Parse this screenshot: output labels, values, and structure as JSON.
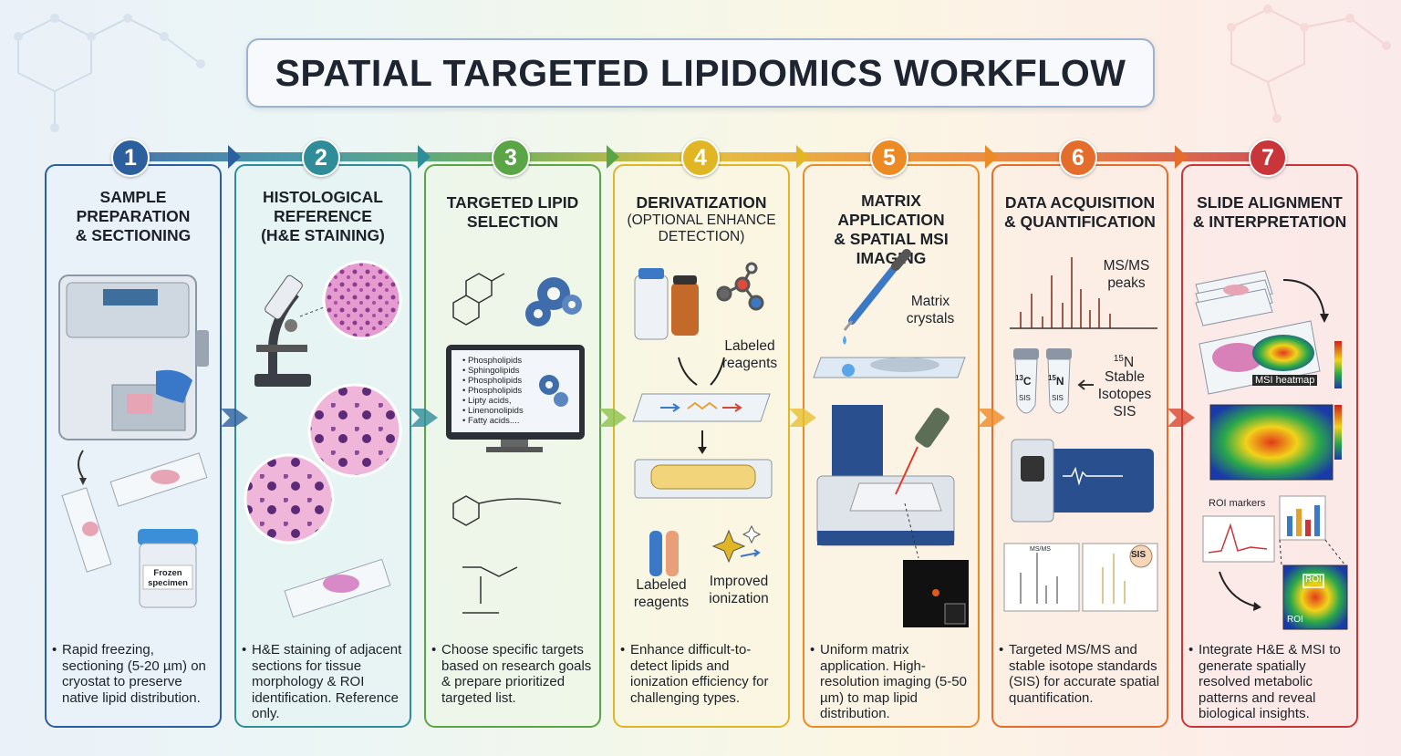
{
  "title": "SPATIAL TARGETED LIPIDOMICS WORKFLOW",
  "colors": {
    "step1": "#2c5f9e",
    "step2": "#2f8d9a",
    "step3": "#5aa546",
    "step4": "#e0b624",
    "step5": "#ec8b26",
    "step6": "#e56d2b",
    "step7": "#c8363a"
  },
  "steps": [
    {
      "number": "1",
      "title": [
        "SAMPLE",
        "PREPARATION",
        "& SECTIONING"
      ],
      "subtitle": "",
      "labels": {
        "specimen": "Frozen specimen"
      },
      "description": "Rapid freezing, sectioning (5-20 µm) on cryostat to preserve native lipid distribution.",
      "icons": [
        "cryostat-icon",
        "glass-slide-icon",
        "specimen-jar-icon"
      ]
    },
    {
      "number": "2",
      "title": [
        "HISTOLOGICAL",
        "REFERENCE",
        "(H&E STAINING)"
      ],
      "subtitle": "",
      "description": "H&E staining of adjacent sections for tissue morphology & ROI identification. Reference only.",
      "icons": [
        "microscope-icon",
        "tissue-magnifier-icon",
        "stained-slide-icon"
      ]
    },
    {
      "number": "3",
      "title": [
        "TARGETED LIPID",
        "SELECTION"
      ],
      "subtitle": "",
      "lipids": [
        "Phospholipids",
        "Sphingolipids",
        "Phospholipids",
        "Phospholipids",
        "Lipty acids,",
        "Linenonolipids",
        "Fatty acids...."
      ],
      "description": "Choose specific targets based on research goals & prepare prioritized targeted list.",
      "icons": [
        "molecule-structure-icon",
        "gears-icon",
        "monitor-icon"
      ]
    },
    {
      "number": "4",
      "title": [
        "DERIVATIZATION"
      ],
      "subtitle": "(OPTIONAL ENHANCE DETECTION)",
      "labels": {
        "reagents_top": "Labeled reagents",
        "reagents_bottom": "Labeled reagents",
        "improved": "Improved ionization"
      },
      "description": "Enhance difficult-to-detect lipids and ionization efficiency for challenging types.",
      "icons": [
        "reagent-bottle-icon",
        "molecule-model-icon",
        "reaction-slide-icon",
        "column-icon",
        "test-tube-icon",
        "sparkle-icon"
      ]
    },
    {
      "number": "5",
      "title": [
        "MATRIX APPLICATION",
        "& SPATIAL MSI",
        "IMAGING"
      ],
      "subtitle": "",
      "labels": {
        "matrix": "Matrix crystals"
      },
      "description": "Uniform matrix application. High-resolution imaging (5-50 µm) to map lipid distribution.",
      "icons": [
        "pipette-icon",
        "matrix-slide-icon",
        "msi-instrument-icon",
        "laser-icon"
      ]
    },
    {
      "number": "6",
      "title": [
        "DATA ACQUISITION",
        "& QUANTIFICATION"
      ],
      "subtitle": "",
      "labels": {
        "peaks": "MS/MS peaks",
        "isotopes": "Stable Isotopes SIS",
        "isotope_n": "N",
        "isotope_c": "C",
        "mass_n": "15",
        "mass_c": "13",
        "sis": "SIS",
        "msms_small": "MS/MS",
        "sis_badge": "SIS"
      },
      "description": "Targeted MS/MS and stable isotope standards (SIS) for accurate spatial quantification.",
      "icons": [
        "spectrum-icon",
        "isotope-tube-icon",
        "mass-spectrometer-icon"
      ]
    },
    {
      "number": "7",
      "title": [
        "SLIDE ALIGNMENT",
        "& INTERPRETATION"
      ],
      "subtitle": "",
      "labels": {
        "heatmap": "MSI heatmap",
        "roi_markers": "ROI markers",
        "roi1": "ROI",
        "roi2": "ROI"
      },
      "description": "Integrate H&E & MSI to generate spatially resolved metabolic patterns and reveal biological insights.",
      "icons": [
        "slide-stack-icon",
        "heatmap-icon",
        "line-chart-icon",
        "bar-chart-icon"
      ]
    }
  ]
}
